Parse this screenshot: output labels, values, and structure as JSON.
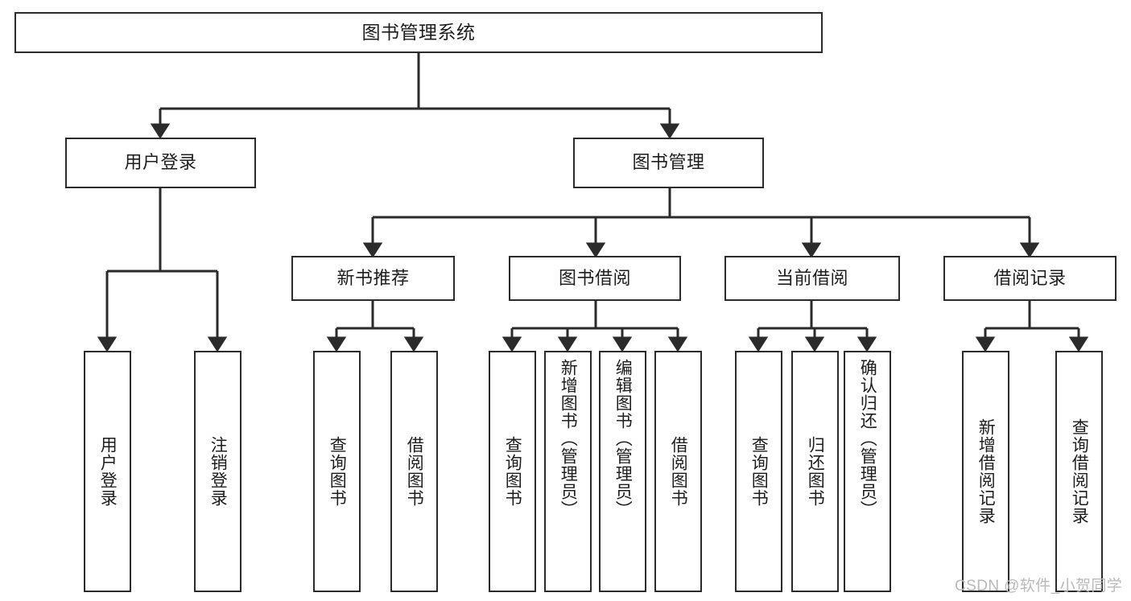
{
  "diagram": {
    "type": "tree-hierarchy",
    "title": "图书管理系统",
    "watermark": "CSDN @软件_小贺同学",
    "colors": {
      "stroke": "#2b2b2b",
      "fill": "#ffffff",
      "text": "#1d1d1d",
      "watermark": "#b9b9b9"
    },
    "nodes": {
      "root": {
        "label": "图书管理系统"
      },
      "level2": [
        {
          "label": "用户登录"
        },
        {
          "label": "图书管理"
        }
      ],
      "level3": [
        {
          "label": "新书推荐"
        },
        {
          "label": "图书借阅"
        },
        {
          "label": "当前借阅"
        },
        {
          "label": "借阅记录"
        }
      ],
      "leaves": [
        {
          "label": "用户登录"
        },
        {
          "label": "注销登录"
        },
        {
          "label": "查询图书"
        },
        {
          "label": "借阅图书"
        },
        {
          "label": "查询图书"
        },
        {
          "label": "新增图书（管理员）"
        },
        {
          "label": "编辑图书（管理员）"
        },
        {
          "label": "借阅图书"
        },
        {
          "label": "查询图书"
        },
        {
          "label": "归还图书"
        },
        {
          "label": "确认归还（管理员）"
        },
        {
          "label": "新增借阅记录"
        },
        {
          "label": "查询借阅记录"
        }
      ]
    },
    "edges": [
      {
        "from": "图书管理系统",
        "to": "用户登录"
      },
      {
        "from": "图书管理系统",
        "to": "图书管理"
      },
      {
        "from": "用户登录",
        "to": "用户登录"
      },
      {
        "from": "用户登录",
        "to": "注销登录"
      },
      {
        "from": "图书管理",
        "to": "新书推荐"
      },
      {
        "from": "图书管理",
        "to": "图书借阅"
      },
      {
        "from": "图书管理",
        "to": "当前借阅"
      },
      {
        "from": "图书管理",
        "to": "借阅记录"
      },
      {
        "from": "新书推荐",
        "to": "查询图书"
      },
      {
        "from": "新书推荐",
        "to": "借阅图书"
      },
      {
        "from": "图书借阅",
        "to": "查询图书"
      },
      {
        "from": "图书借阅",
        "to": "新增图书（管理员）"
      },
      {
        "from": "图书借阅",
        "to": "编辑图书（管理员）"
      },
      {
        "from": "图书借阅",
        "to": "借阅图书"
      },
      {
        "from": "当前借阅",
        "to": "查询图书"
      },
      {
        "from": "当前借阅",
        "to": "归还图书"
      },
      {
        "from": "当前借阅",
        "to": "确认归还（管理员）"
      },
      {
        "from": "借阅记录",
        "to": "新增借阅记录"
      },
      {
        "from": "借阅记录",
        "to": "查询借阅记录"
      }
    ]
  }
}
